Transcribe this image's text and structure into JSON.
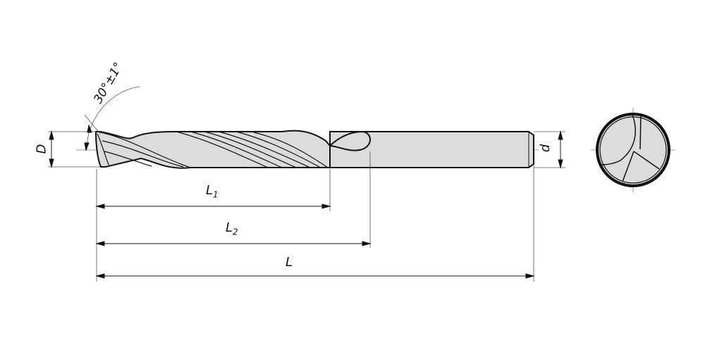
{
  "title": "Drill dimension drawing",
  "labels": {
    "angle": "30°±1°",
    "diameter_D": "D",
    "diameter_d": "d",
    "L1_main": "L",
    "L1_sub": "1",
    "L2_main": "L",
    "L2_sub": "2",
    "L": "L"
  },
  "colors": {
    "fill": "#dcdcdc",
    "line": "#111111",
    "thin": "#555555"
  }
}
